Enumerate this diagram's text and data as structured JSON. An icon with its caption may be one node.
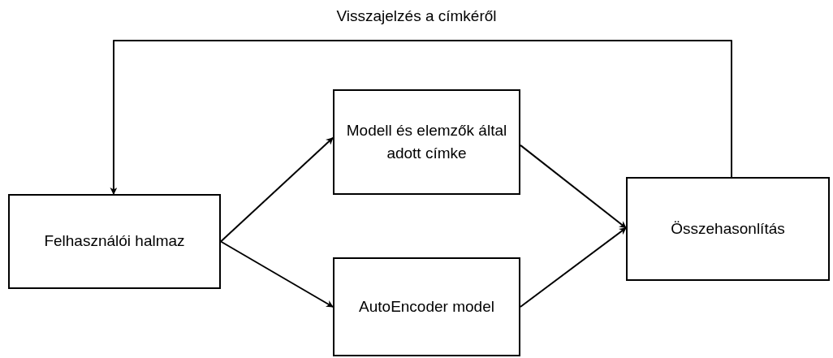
{
  "diagram": {
    "nodes": [
      {
        "text": [
          "Felhasználói halmaz"
        ]
      },
      {
        "text": [
          "Modell és elemzők által adott címke"
        ]
      },
      {
        "text": [
          "AutoEncoder model"
        ]
      },
      {
        "text": [
          "Összehasonlítás"
        ]
      }
    ],
    "edges": [
      {
        "from": 0,
        "to": 1,
        "arrow": "to"
      },
      {
        "from": 0,
        "to": 2,
        "arrow": "to"
      },
      {
        "from": 1,
        "to": 3,
        "arrow": "to"
      },
      {
        "from": 2,
        "to": 3,
        "arrow": "to"
      },
      {
        "from": 3,
        "to": 0,
        "arrow": "to",
        "label": "Visszajelzés a címkéről"
      }
    ]
  }
}
